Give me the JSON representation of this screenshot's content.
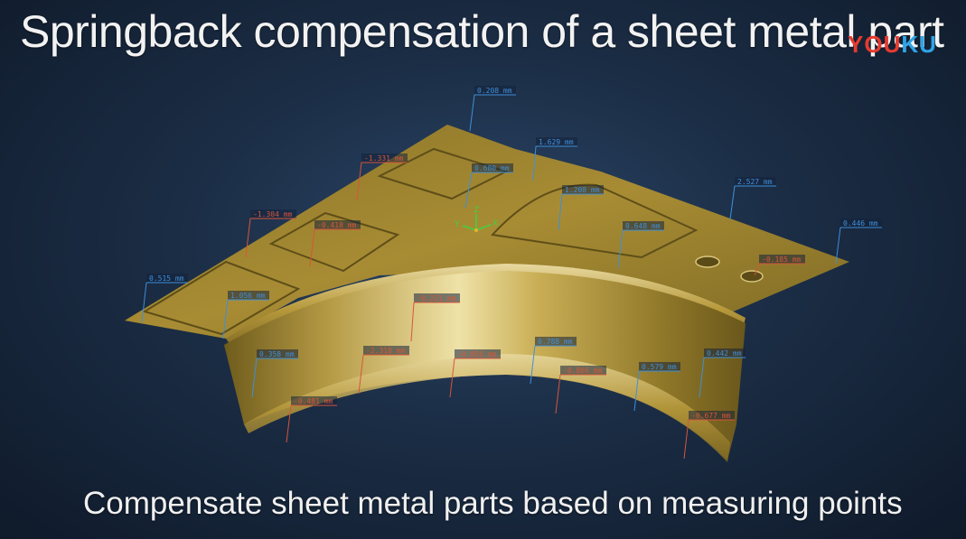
{
  "title": "Springback compensation of a sheet metal part",
  "subtitle": "Compensate sheet metal parts based on measuring points",
  "watermark": {
    "part_a": "YOU",
    "part_b": "KU"
  },
  "colors": {
    "positive": "#3f8fd8",
    "negative": "#d8553a",
    "metal": "#b89a3c"
  },
  "axes": {
    "x": "X",
    "y": "Y",
    "z": "Z"
  },
  "measurements": [
    {
      "text": "0.208 mm",
      "sign": "positive"
    },
    {
      "text": "1.629 mm",
      "sign": "positive"
    },
    {
      "text": "-1.331 mm",
      "sign": "negative"
    },
    {
      "text": "0.680 mm",
      "sign": "positive"
    },
    {
      "text": "1.208 mm",
      "sign": "positive"
    },
    {
      "text": "2.527 mm",
      "sign": "positive"
    },
    {
      "text": "-1.304 mm",
      "sign": "negative"
    },
    {
      "text": "-0.418 mm",
      "sign": "negative"
    },
    {
      "text": "0.648 mm",
      "sign": "positive"
    },
    {
      "text": "0.446 mm",
      "sign": "positive"
    },
    {
      "text": "-0.185 mm",
      "sign": "negative"
    },
    {
      "text": "0.515 mm",
      "sign": "positive"
    },
    {
      "text": "1.056 mm",
      "sign": "positive"
    },
    {
      "text": "-0.221 mm",
      "sign": "negative"
    },
    {
      "text": "0.358 mm",
      "sign": "positive"
    },
    {
      "text": "-2.318 mm",
      "sign": "negative"
    },
    {
      "text": "0.788 mm",
      "sign": "positive"
    },
    {
      "text": "-0.856 mm",
      "sign": "negative"
    },
    {
      "text": "-0.866 mm",
      "sign": "negative"
    },
    {
      "text": "0.579 mm",
      "sign": "positive"
    },
    {
      "text": "0.442 mm",
      "sign": "positive"
    },
    {
      "text": "-0.481 mm",
      "sign": "negative"
    },
    {
      "text": "-0.677 mm",
      "sign": "negative"
    }
  ]
}
